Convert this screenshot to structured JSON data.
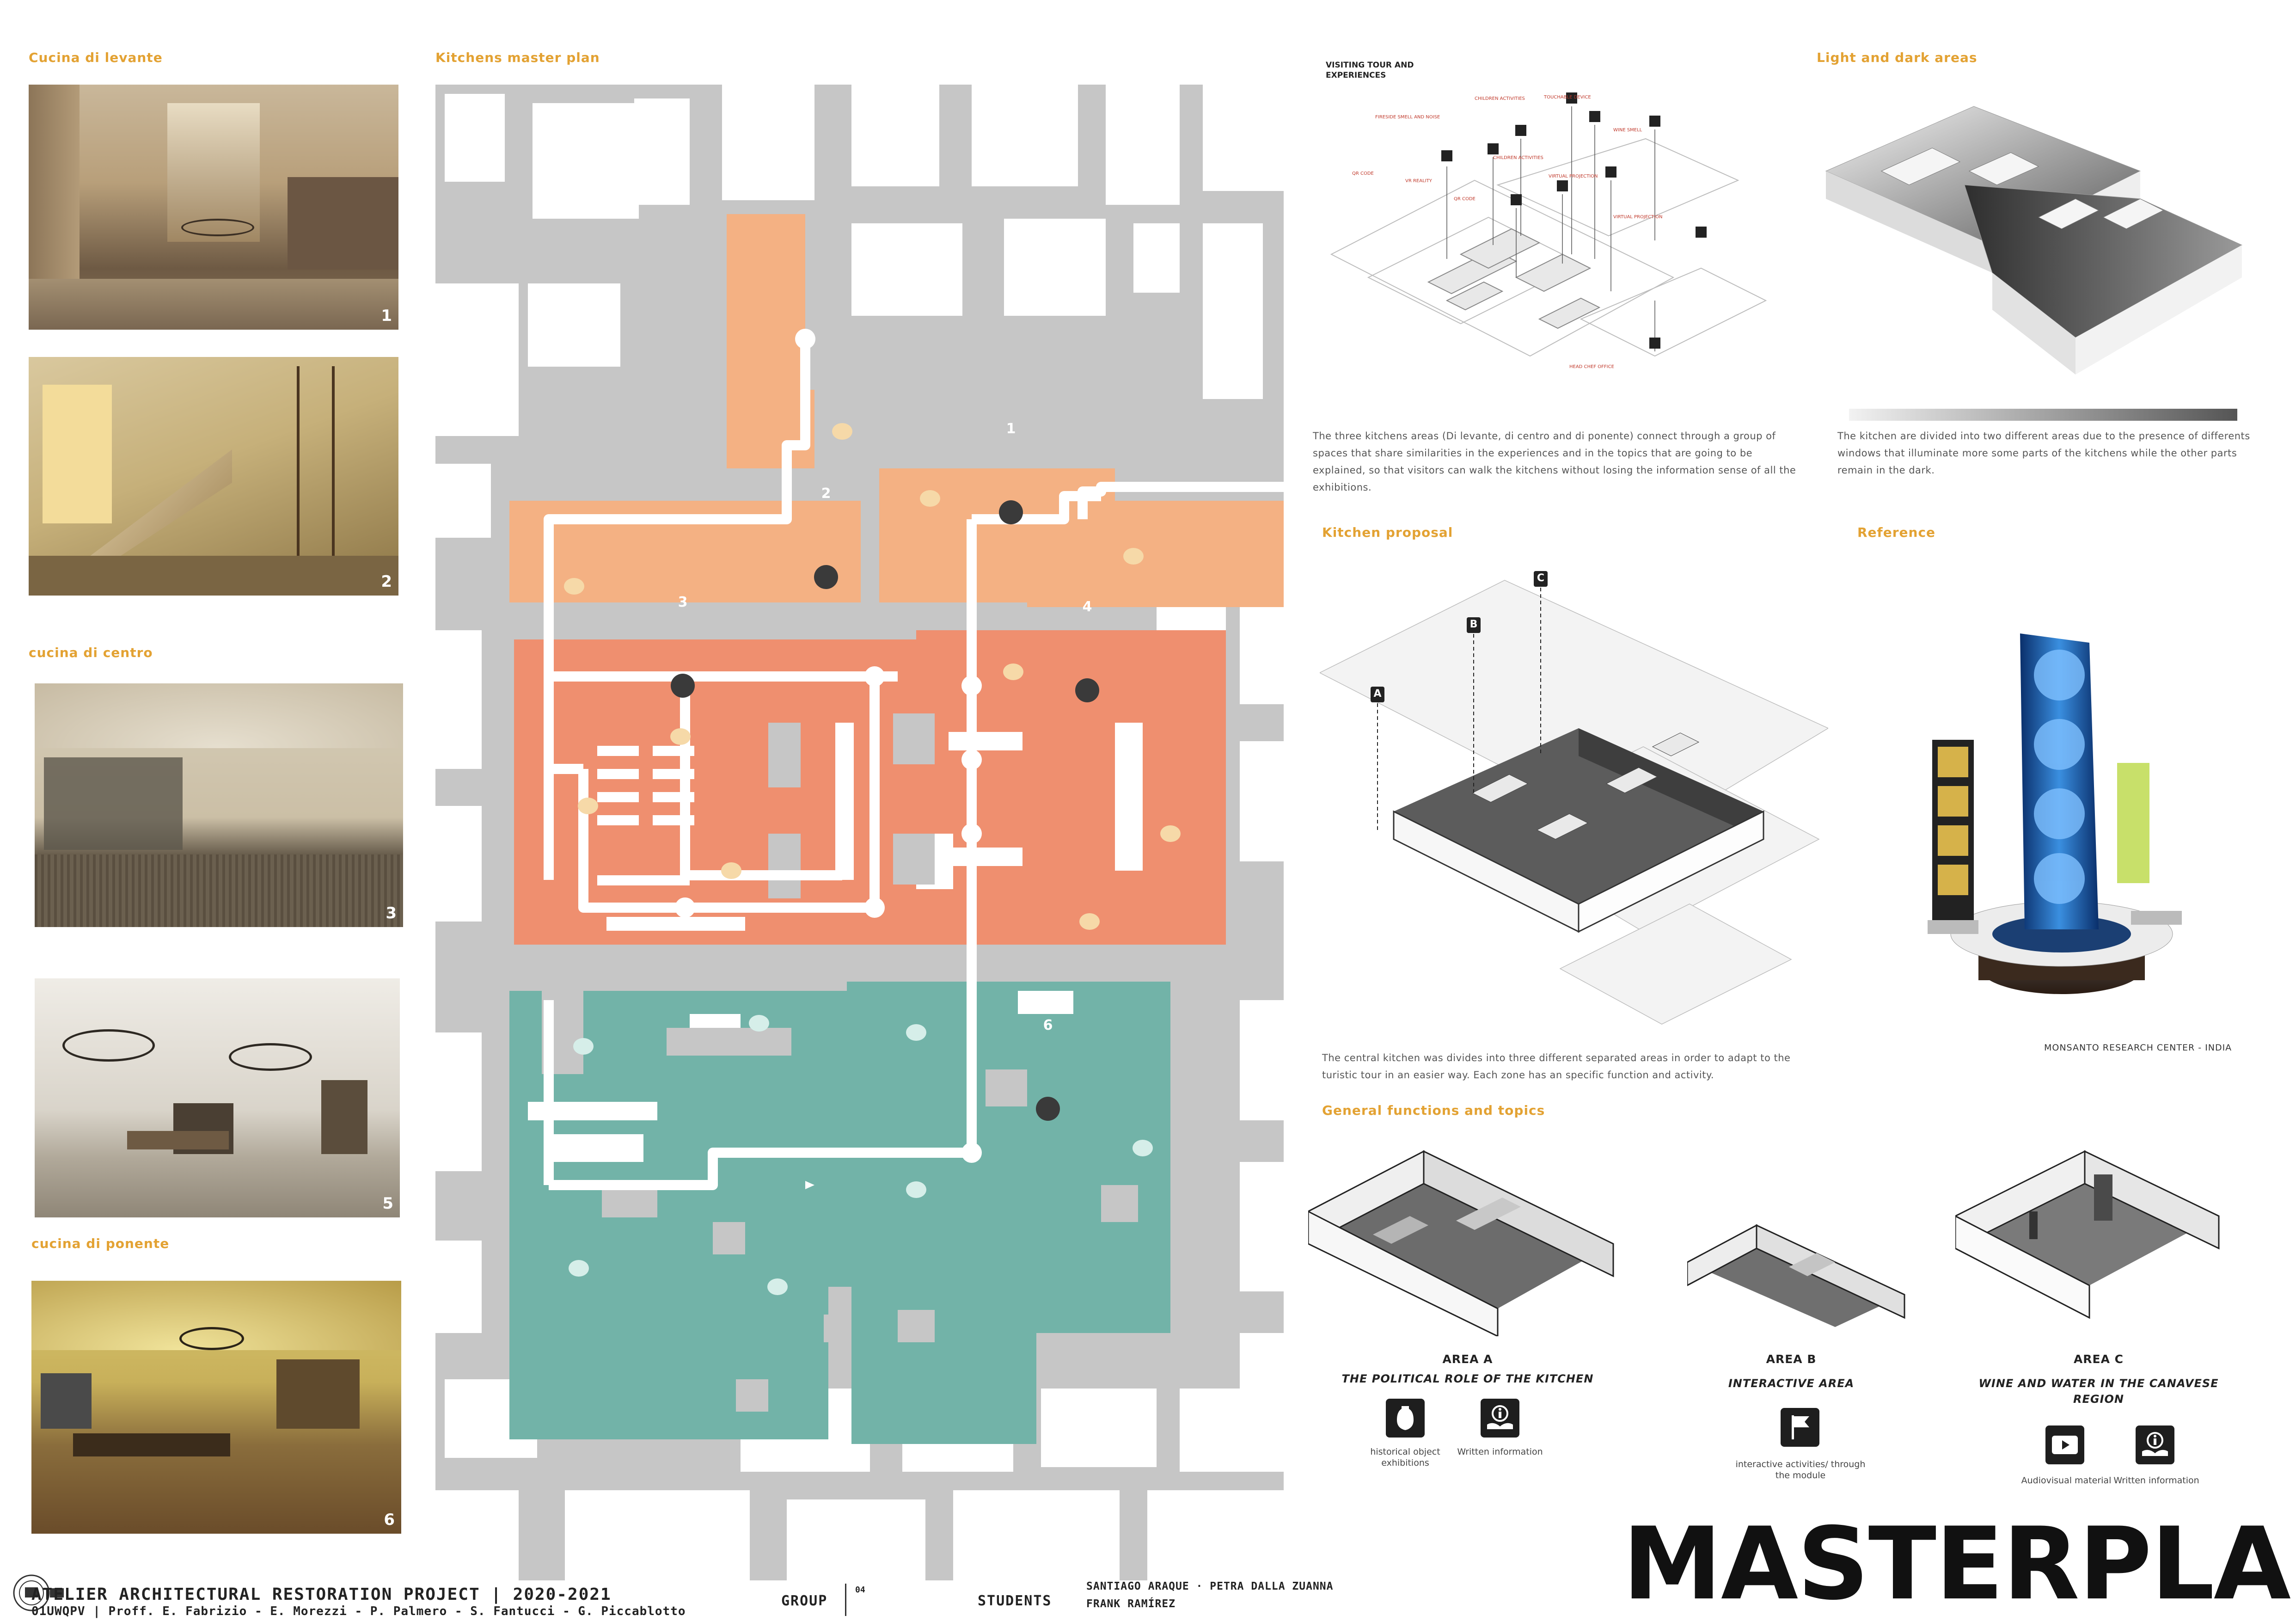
{
  "left_column": {
    "title_levante": "Cucina di levante",
    "title_centro": "cucina di centro",
    "title_ponente": "cucina di ponente",
    "photos": [
      {
        "num": "1"
      },
      {
        "num": "2"
      },
      {
        "num": "3"
      },
      {
        "num": "5"
      },
      {
        "num": "6"
      }
    ]
  },
  "master_plan": {
    "title": "Kitchens master plan",
    "markers": [
      "1",
      "2",
      "3",
      "4",
      "6"
    ]
  },
  "tour": {
    "title": "VISITING TOUR AND EXPERIENCES",
    "labels": [
      "FIRESIDE SMELL AND NOISE",
      "CHILDREN ACTIVITIES",
      "TOUCHABLE DEVICE",
      "WINE SMELL",
      "QR CODE",
      "VR REALITY",
      "QR CODE",
      "CHILDREN ACTIVITIES",
      "VIRTUAL PROJECTION",
      "VIRTUAL PROJECTION",
      "HEAD CHEF OFFICE"
    ],
    "description": "The three kitchens areas (Di levante, di centro and di ponente) connect through a group of spaces that share similarities in the experiences and in the topics that are going to be explained, so that visitors can walk the kitchens without losing the information sense of all the exhibitions."
  },
  "light_dark": {
    "title": "Light and dark areas",
    "description": "The kitchen are divided into two different areas due to the presence of differents windows that illuminate more some parts of the kitchens while the other parts remain in the dark."
  },
  "kitchen_proposal": {
    "title": "Kitchen proposal",
    "markers": [
      "A",
      "B",
      "C"
    ],
    "description": "The central kitchen was divides into three different separated areas in order to adapt to the turistic tour in an easier way. Each zone has an specific function and activity."
  },
  "reference": {
    "title": "Reference",
    "caption": "MONSANTO RESEARCH CENTER - INDIA"
  },
  "general": {
    "title": "General functions and topics",
    "areas": [
      {
        "name": "AREA A",
        "topic": "THE POLITICAL ROLE OF THE KITCHEN",
        "icons": [
          {
            "icon": "amphora-icon",
            "label": "historical object exhibitions"
          },
          {
            "icon": "info-hand-icon",
            "label": "Written information"
          }
        ]
      },
      {
        "name": "AREA B",
        "topic": "INTERACTIVE AREA",
        "icons": [
          {
            "icon": "flag-icon",
            "label": "interactive activities/ through the module"
          }
        ]
      },
      {
        "name": "AREA C",
        "topic": "WINE AND WATER IN THE CANAVESE REGION",
        "icons": [
          {
            "icon": "play-icon",
            "label": "Audiovisual material"
          },
          {
            "icon": "info-hand-icon",
            "label": "Written information"
          }
        ]
      }
    ]
  },
  "footer": {
    "project": "ATELIER ARCHITECTURAL RESTORATION PROJECT | 2020-2021",
    "course": "01UWQPV | Proff. E. Fabrizio - E. Morezzi - P. Palmero - S. Fantucci - G. Piccablotto",
    "group_label": "GROUP",
    "group_number": "04",
    "students_label": "STUDENTS",
    "students_line1": "SANTIAGO ARAQUE · PETRA DALLA ZUANNA",
    "students_line2": "FRANK RAMÍREZ",
    "big_title": "MASTERPLAN"
  },
  "colors": {
    "accent": "#e3a233",
    "orange_light": "#f4b183",
    "orange": "#ef8f6f",
    "teal": "#72b3a8",
    "grey": "#c8c8c8"
  }
}
